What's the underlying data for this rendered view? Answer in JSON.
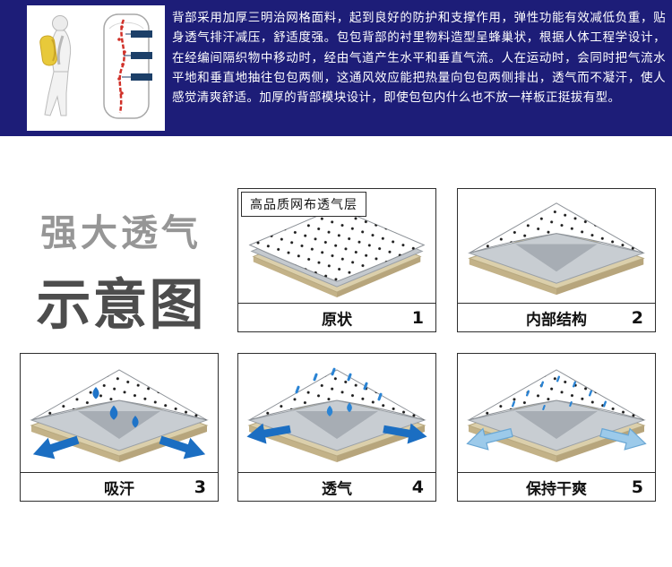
{
  "banner": {
    "text": "背部采用加厚三明治网格面料，起到良好的防护和支撑作用，弹性功能有效减低负重，贴身透气排汗减压，舒适度强。包包背部的衬里物料造型呈蜂巢状，根据人体工程学设计，在经编间隔织物中移动时，经由气道产生水平和垂直气流。人在运动时，会同时把气流水平地和垂直地抽往包包两侧，这通风效应能把热量向包包两侧排出，透气而不凝汗，使人感觉清爽舒适。加厚的背部模块设计，即使包包内什么也不放一样板正挺拔有型。"
  },
  "title": {
    "line1": "强大透气",
    "line2": "示意图"
  },
  "panels": [
    {
      "tag": "高品质网布透气层",
      "label": "原状",
      "number": "1"
    },
    {
      "label": "内部结构",
      "number": "2"
    },
    {
      "label": "吸汗",
      "number": "3"
    },
    {
      "label": "透气",
      "number": "4"
    },
    {
      "label": "保持干爽",
      "number": "5"
    }
  ],
  "colors": {
    "banner_bg": "#1d1d78",
    "arrow_blue": "#1b6ec2",
    "arrow_light_blue": "#9ccaea",
    "droplet_blue": "#1e73c8",
    "mesh_tan": "#dbcfab",
    "foam_gray": "#c8cdd2"
  }
}
